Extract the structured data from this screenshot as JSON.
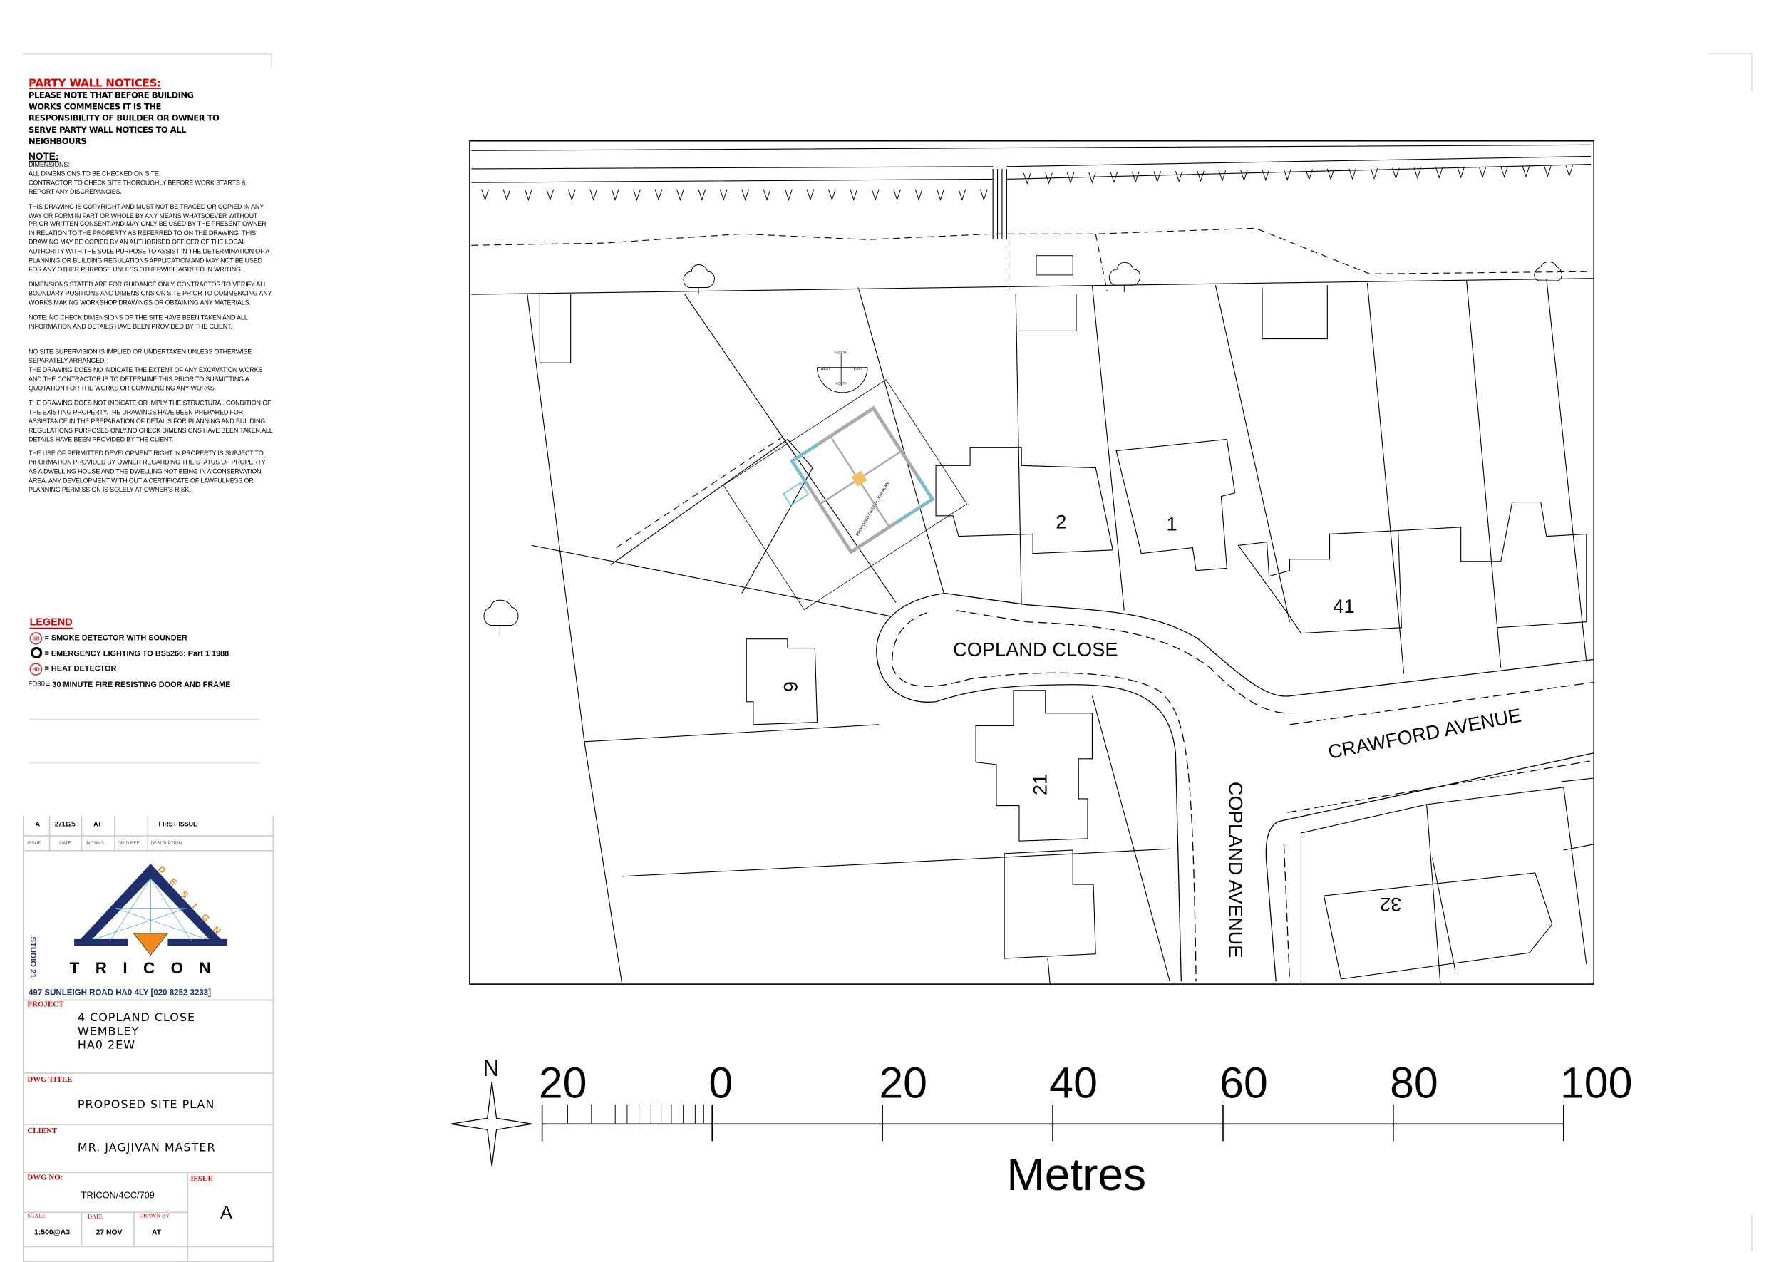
{
  "party_wall": {
    "title": "PARTY WALL NOTICES:",
    "body": "PLEASE NOTE THAT BEFORE BUILDING WORKS COMMENCES IT IS THE RESPONSIBILITY OF BUILDER OR OWNER TO SERVE PARTY WALL NOTICES TO ALL NEIGHBOURS"
  },
  "notes": {
    "heading": "NOTE:",
    "paragraphs": [
      "DIMENSIONS:\nALL DIMENSIONS TO BE CHECKED ON SITE.\nCONTRACTOR TO CHECK SITE THOROUGHLY BEFORE WORK STARTS & REPORT ANY DISCREPANCIES.",
      "THIS DRAWING IS COPYRIGHT AND MUST NOT BE TRACED OR COPIED IN ANY WAY OR FORM IN PART OR WHOLE BY ANY MEANS WHATSOEVER WITHOUT PRIOR WRITTEN CONSENT AND MAY ONLY BE USED BY THE PRESENT OWNER IN RELATION TO THE PROPERTY AS REFERRED TO ON THE DRAWING. THIS DRAWING MAY BE COPIED BY AN AUTHORISED OFFICER OF THE LOCAL AUTHORITY WITH THE SOLE PURPOSE TO ASSIST IN THE DETERMINATION OF A PLANNING OR BUILDING REGULATIONS APPLICATION AND MAY NOT BE USED FOR ANY OTHER PURPOSE UNLESS OTHERWISE AGREED IN WRITING.",
      "DIMENSIONS STATED ARE FOR GUIDANCE ONLY, CONTRACTOR TO VERIFY ALL BOUNDARY POSITIONS AND DIMENSIONS ON SITE PRIOR TO COMMENCING ANY WORKS,MAKING WORKSHOP DRAWINGS OR OBTAINING ANY MATERIALS.",
      "NOTE: NO CHECK DIMENSIONS OF THE SITE HAVE BEEN TAKEN AND ALL INFORMATION AND DETAILS HAVE BEEN PROVIDED BY THE CLIENT.",
      "NO SITE SUPERVISION IS IMPLIED OR UNDERTAKEN UNLESS OTHERWISE SEPARATELY ARRANGED.\nTHE DRAWING DOES NO INDICATE THE EXTENT OF ANY EXCAVATION WORKS AND THE CONTRACTOR IS TO DETERMINE THIS PRIOR TO SUBMITTING A QUOTATION FOR THE WORKS OR COMMENCING ANY WORKS.",
      "THE DRAWING DOES NOT INDICATE OR IMPLY THE STRUCTURAL CONDITION OF THE EXISTING PROPERTY.THE DRAWINGS HAVE BEEN PREPARED FOR ASSISTANCE IN THE PREPARATION OF DETAILS FOR  PLANNING AND BUILDING REGULATIONS PURPOSES ONLY.NO CHECK DIMENSIONS HAVE BEEN  TAKEN,ALL DETAILS HAVE BEEN PROVIDED BY THE CLIENT.",
      "THE USE OF PERMITTED DEVELOPMENT RIGHT IN PROPERTY IS SUBJECT TO INFORMATION PROVIDED BY OWNER  REGARDING THE STATUS OF PROPERTY AS A DWELLING HOUSE AND THE DWELLING NOT BEING IN A CONSERVATION AREA. ANY DEVELOPMENT WITH OUT A CERTIFICATE OF LAWFULNESS OR PLANNING PERMISSION IS SOLELY AT OWNER'S RISK."
    ]
  },
  "legend": {
    "heading": "LEGEND",
    "items": [
      {
        "symbol": "SD",
        "label": "= SMOKE DETECTOR WITH SOUNDER"
      },
      {
        "symbol": "",
        "label": "= EMERGENCY LIGHTING TO BS5266: Part 1 1988"
      },
      {
        "symbol": "HD",
        "label": "= HEAT DETECTOR"
      },
      {
        "symbol": "FD30",
        "label": "= 30 MINUTE FIRE RESISTING DOOR AND FRAME"
      }
    ]
  },
  "title_block": {
    "revision": {
      "issue": "A",
      "date": "271125",
      "initials": "AT",
      "grid_ref": "",
      "description": "FIRST ISSUE"
    },
    "revision_headers": [
      "ISSUE",
      "DATE",
      "INITIALS",
      "GRID REF",
      "DESCRIPTION"
    ],
    "logo": {
      "word": "TRICON",
      "arc_word": "DESIGN",
      "side": "STUDIO 21",
      "colors": {
        "navy": "#1f2f6b",
        "orange": "#f08a1c",
        "blue": "#5aaee0"
      }
    },
    "address": "497 SUNLEIGH ROAD  HA0 4LY    [020 8252 3233]",
    "project_label": "PROJECT",
    "project": [
      "4 COPLAND CLOSE",
      "WEMBLEY",
      "HA0 2EW"
    ],
    "dwg_title_label": "DWG TITLE",
    "dwg_title": "PROPOSED SITE PLAN",
    "client_label": "CLIENT",
    "client": "MR. JAGJIVAN MASTER",
    "dwg_no_label": "DWG NO:",
    "dwg_no": "TRICON/4CC/709",
    "issue_label": "ISSUE",
    "issue": "A",
    "scale_label": "SCALE",
    "scale": "1:500@A3",
    "date_label": "DATE",
    "date": "27 NOV",
    "drawn_by_label": "DRAWN BY",
    "drawn_by": "AT"
  },
  "map": {
    "roads": [
      "COPLAND CLOSE",
      "CRAWFORD AVENUE",
      "COPLAND AVENUE"
    ],
    "house_numbers": [
      "2",
      "1",
      "41",
      "6",
      "21",
      "32"
    ],
    "compass_rose": [
      "NORTH",
      "SOUTH",
      "EAST",
      "WEST"
    ],
    "plan_label": "PROPOSED FIRST FLOOR PLAN",
    "plan_color": "#5ac8e8"
  },
  "scale_bar": {
    "north": "N",
    "labels": [
      "20",
      "0",
      "20",
      "40",
      "60",
      "80",
      "100"
    ],
    "unit": "Metres"
  }
}
